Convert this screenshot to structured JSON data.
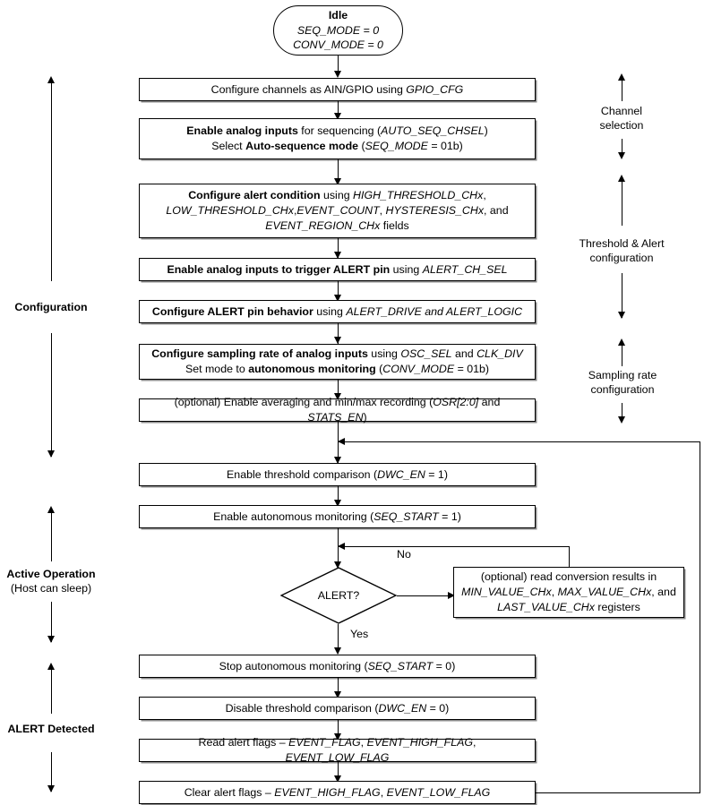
{
  "diagram": {
    "title": "Autonomous monitoring mode configuration flow",
    "colors": {
      "line": "#000000",
      "box_fill": "#ffffff",
      "shadow": "#787878"
    }
  },
  "nodes": {
    "idle": {
      "type": "terminator",
      "line1": "Idle",
      "line2": "SEQ_MODE = 0",
      "line3": "CONV_MODE = 0"
    },
    "gpio_cfg": {
      "type": "process",
      "text": "Configure channels as AIN/GPIO using GPIO_CFG"
    },
    "enable_seq": {
      "type": "process",
      "line1": "Enable analog inputs for sequencing (AUTO_SEQ_CHSEL)",
      "line2": "Select Auto-sequence mode (SEQ_MODE = 01b)"
    },
    "alert_condition": {
      "type": "process",
      "line1": "Configure alert condition using HIGH_THRESHOLD_CHx,",
      "line2": "LOW_THRESHOLD_CHx,EVENT_COUNT, HYSTERESIS_CHx, and",
      "line3": "EVENT_REGION_CHx fields"
    },
    "alert_ch_sel": {
      "type": "process",
      "text": "Enable analog inputs to trigger ALERT pin using ALERT_CH_SEL"
    },
    "alert_pin_behavior": {
      "type": "process",
      "text": "Configure ALERT pin behavior using ALERT_DRIVE and ALERT_LOGIC"
    },
    "sampling_rate": {
      "type": "process",
      "line1": "Configure sampling rate of analog inputs using OSC_SEL and CLK_DIV",
      "line2": "Set mode to autonomous monitoring (CONV_MODE = 01b)"
    },
    "averaging": {
      "type": "process",
      "text": "(optional) Enable averaging and min/max recording (OSR[2:0] and STATS_EN)"
    },
    "enable_threshold": {
      "type": "process",
      "text": "Enable threshold comparison (DWC_EN = 1)"
    },
    "enable_monitoring": {
      "type": "process",
      "text": "Enable autonomous monitoring (SEQ_START = 1)"
    },
    "alert_decision": {
      "type": "decision",
      "text": "ALERT?",
      "branch_no": "No",
      "branch_yes": "Yes"
    },
    "read_results": {
      "type": "process",
      "line1": "(optional) read conversion results in",
      "line2": "MIN_VALUE_CHx, MAX_VALUE_CHx, and",
      "line3": "LAST_VALUE_CHx registers"
    },
    "stop_monitoring": {
      "type": "process",
      "text": "Stop autonomous monitoring (SEQ_START = 0)"
    },
    "disable_threshold": {
      "type": "process",
      "text": "Disable threshold comparison (DWC_EN = 0)"
    },
    "read_flags": {
      "type": "process",
      "text": "Read alert flags – EVENT_FLAG, EVENT_HIGH_FLAG, EVENT_LOW_FLAG"
    },
    "clear_flags": {
      "type": "process",
      "text": "Clear alert flags – EVENT_HIGH_FLAG, EVENT_LOW_FLAG"
    }
  },
  "left_annotations": [
    {
      "label": "Configuration",
      "bold": true
    },
    {
      "label_line1": "Active Operation",
      "label_line2": "(Host can sleep)",
      "bold": true
    },
    {
      "label": "ALERT Detected",
      "bold": true
    }
  ],
  "right_annotations": [
    {
      "line1": "Channel",
      "line2": "selection"
    },
    {
      "line1": "Threshold & Alert",
      "line2": "configuration"
    },
    {
      "line1": "Sampling rate",
      "line2": "configuration"
    }
  ]
}
